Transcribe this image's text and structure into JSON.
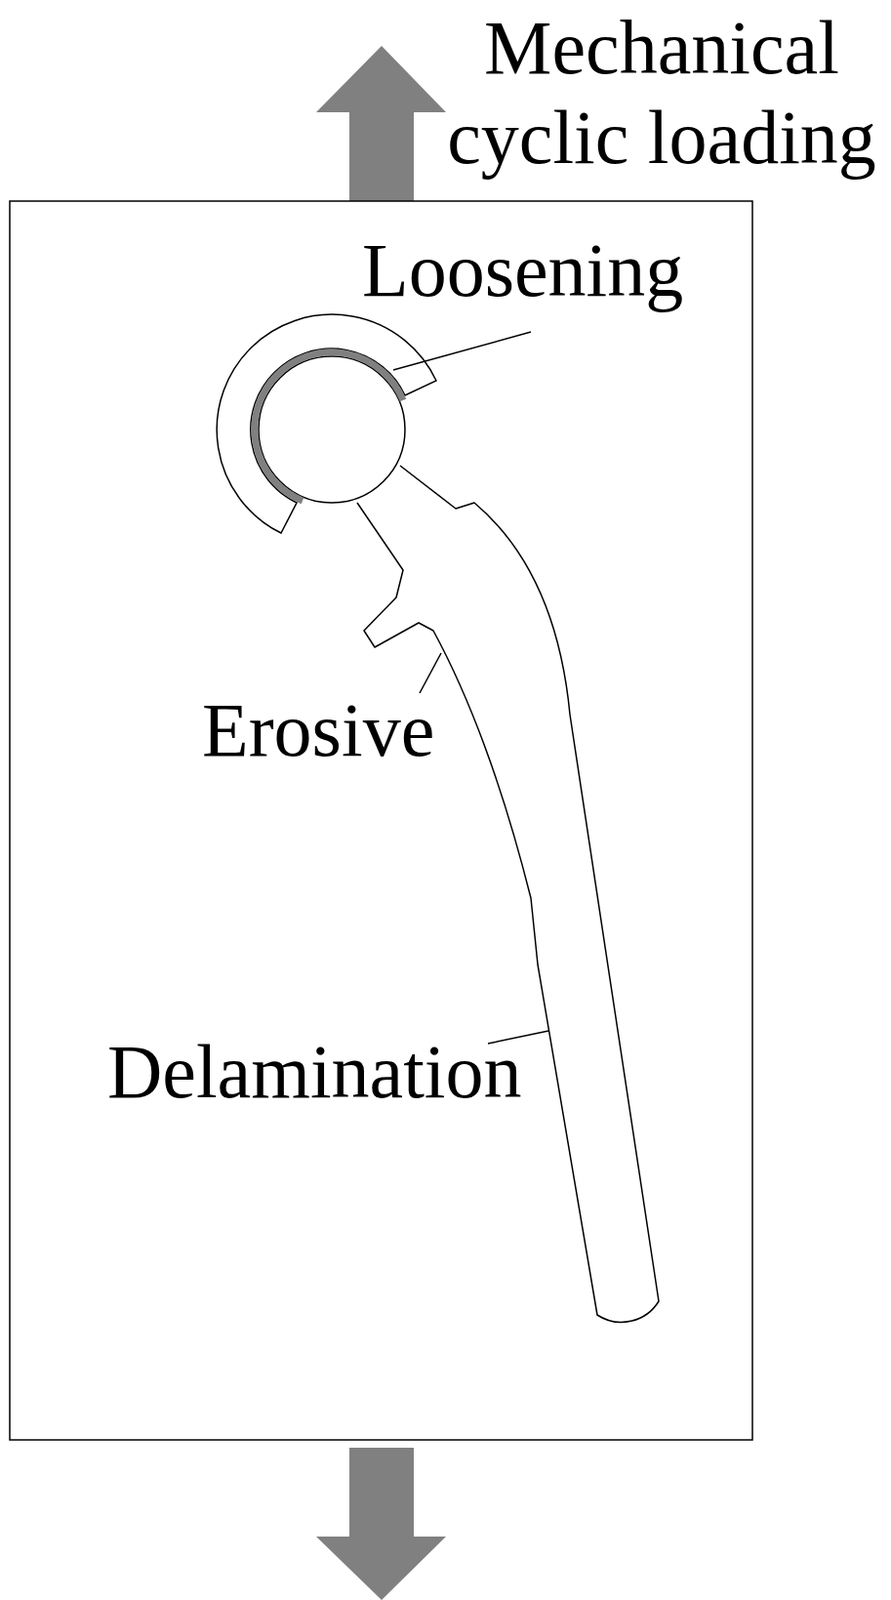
{
  "diagram": {
    "labels": [
      "Mechanical cyclic loading",
      "Loosening",
      "Erosive",
      "Delamination"
    ]
  }
}
